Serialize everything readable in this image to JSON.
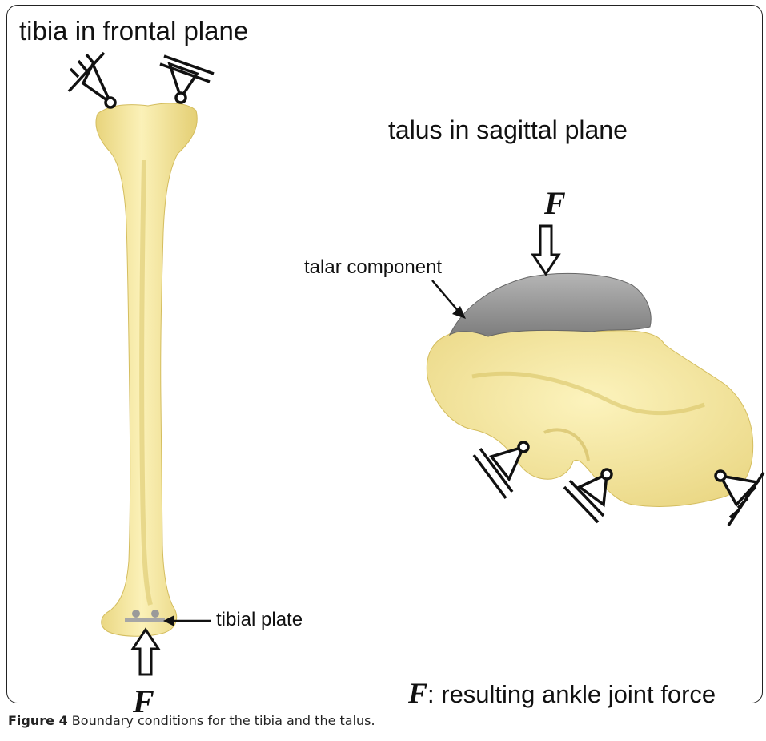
{
  "labels": {
    "tibia_title": "tibia in frontal plane",
    "talus_title": "talus in sagittal plane",
    "talar_component": "talar component",
    "tibial_plate": "tibial plate",
    "force_symbol": "F",
    "legend_text": ": resulting ankle joint force"
  },
  "caption": {
    "figure_label": "Figure 4",
    "text": "Boundary conditions for the tibia and the talus."
  },
  "colors": {
    "bone": "#f6e9a0",
    "bone_shade": "#e0cc70",
    "component": "#8a8a8a",
    "component_light": "#b8b8b8",
    "plate": "#a6a6a6",
    "line": "#111111"
  }
}
